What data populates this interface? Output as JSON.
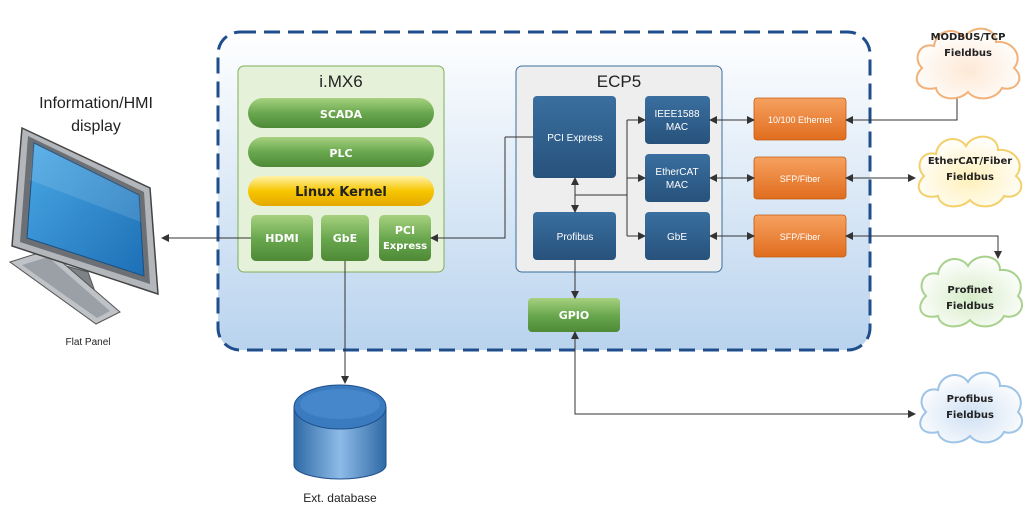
{
  "hmi": {
    "title_line1": "Information/HMI",
    "title_line2": "display",
    "caption": "Flat Panel"
  },
  "imx6": {
    "title": "i.MX6",
    "scada": "SCADA",
    "plc": "PLC",
    "kernel": "Linux Kernel",
    "hdmi": "HDMI",
    "gbe": "GbE",
    "pci_line1": "PCI",
    "pci_line2": "Express"
  },
  "ecp5": {
    "title": "ECP5",
    "pci": "PCI Express",
    "profibus": "Profibus",
    "ieee_line1": "IEEE1588",
    "ieee_line2": "MAC",
    "ethercat_line1": "EtherCAT",
    "ethercat_line2": "MAC",
    "gbe": "GbE"
  },
  "phy": {
    "eth": "10/100 Ethernet",
    "sfp1": "SFP/Fiber",
    "sfp2": "SFP/Fiber"
  },
  "gpio": "GPIO",
  "database": "Ext. database",
  "fieldbus": {
    "modbus_line1": "MODBUS/TCP",
    "modbus_line2": "Fieldbus",
    "ethercat_line1": "EtherCAT/Fiber",
    "ethercat_line2": "Fieldbus",
    "profinet_line1": "Profinet",
    "profinet_line2": "Fieldbus",
    "profibus_line1": "Profibus",
    "profibus_line2": "Fieldbus"
  },
  "colors": {
    "green": "#6aa84f",
    "blue_dark": "#2f5d8a",
    "orange": "#e97a2b",
    "yellow": "#f5c518",
    "outline_dashed": "#1f4e8c"
  }
}
